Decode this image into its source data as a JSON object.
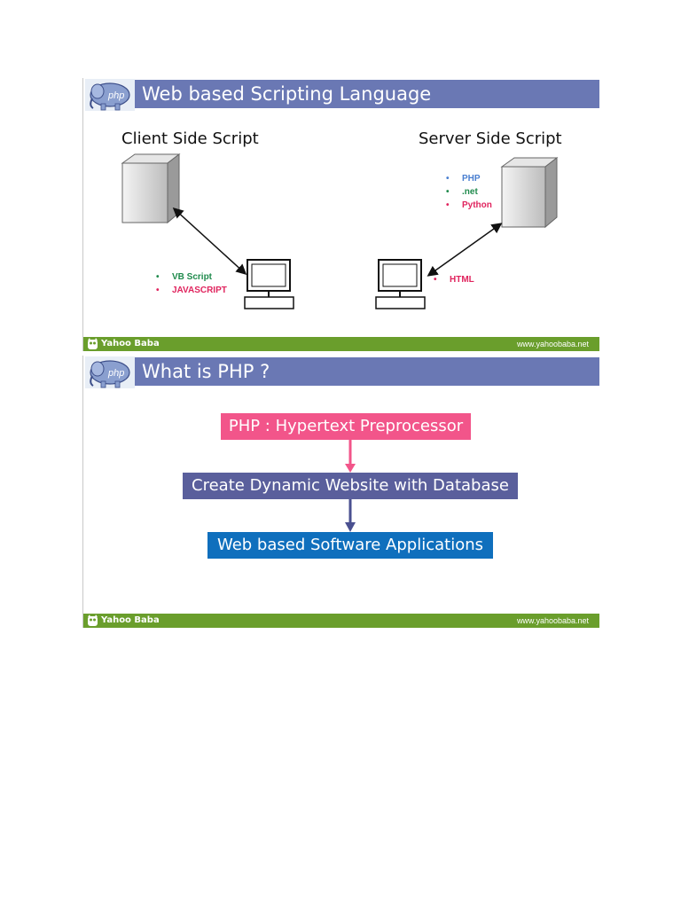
{
  "slides": [
    {
      "title": "Web based Scripting Language",
      "client_heading": "Client Side Script",
      "server_heading": "Server Side Script",
      "server_languages": [
        {
          "label": "PHP",
          "color": "#4a7fd0"
        },
        {
          "label": ".net",
          "color": "#1f8a4c"
        },
        {
          "label": "Python",
          "color": "#e0245e"
        }
      ],
      "client_languages": [
        {
          "label": "VB Script",
          "color": "#1f8a4c"
        },
        {
          "label": "JAVASCRIPT",
          "color": "#e0245e"
        }
      ],
      "html_label": {
        "label": "HTML",
        "color": "#e0245e"
      },
      "footer_brand": "Yahoo Baba",
      "footer_url": "www.yahoobaba.net"
    },
    {
      "title": "What is PHP ?",
      "flow": [
        {
          "label": "PHP : Hypertext Preprocessor",
          "color": "#f2558a"
        },
        {
          "label": "Create Dynamic Website with Database",
          "color": "#5a5f9c"
        },
        {
          "label": "Web based Software Applications",
          "color": "#0f6fbd"
        }
      ],
      "footer_brand": "Yahoo Baba",
      "footer_url": "www.yahoobaba.net"
    }
  ],
  "logo_text": "php",
  "colors": {
    "title_bar": "#6a78b4",
    "footer": "#6a9e2c"
  }
}
